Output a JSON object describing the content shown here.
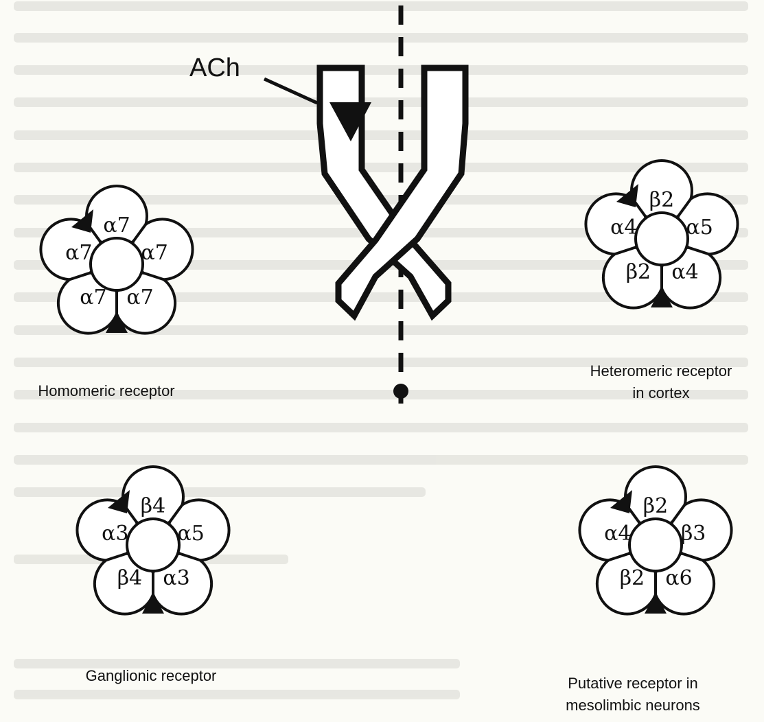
{
  "diagram": {
    "channel": {
      "label": "ACh"
    },
    "receptors": [
      {
        "id": "homomeric",
        "caption": [
          "Homomeric receptor"
        ],
        "subunits": [
          "α7",
          "α7",
          "α7",
          "α7",
          "α7"
        ]
      },
      {
        "id": "heteromeric",
        "caption": [
          "Heteromeric receptor",
          "in cortex"
        ],
        "subunits": [
          "β2",
          "α5",
          "α4",
          "β2",
          "α4"
        ]
      },
      {
        "id": "ganglionic",
        "caption": [
          "Ganglionic receptor"
        ],
        "subunits": [
          "β4",
          "α5",
          "α3",
          "β4",
          "α3"
        ]
      },
      {
        "id": "mesolimbic",
        "caption": [
          "Putative receptor in",
          "mesolimbic neurons"
        ],
        "subunits": [
          "β2",
          "β3",
          "α6",
          "β2",
          "α4"
        ]
      }
    ]
  }
}
